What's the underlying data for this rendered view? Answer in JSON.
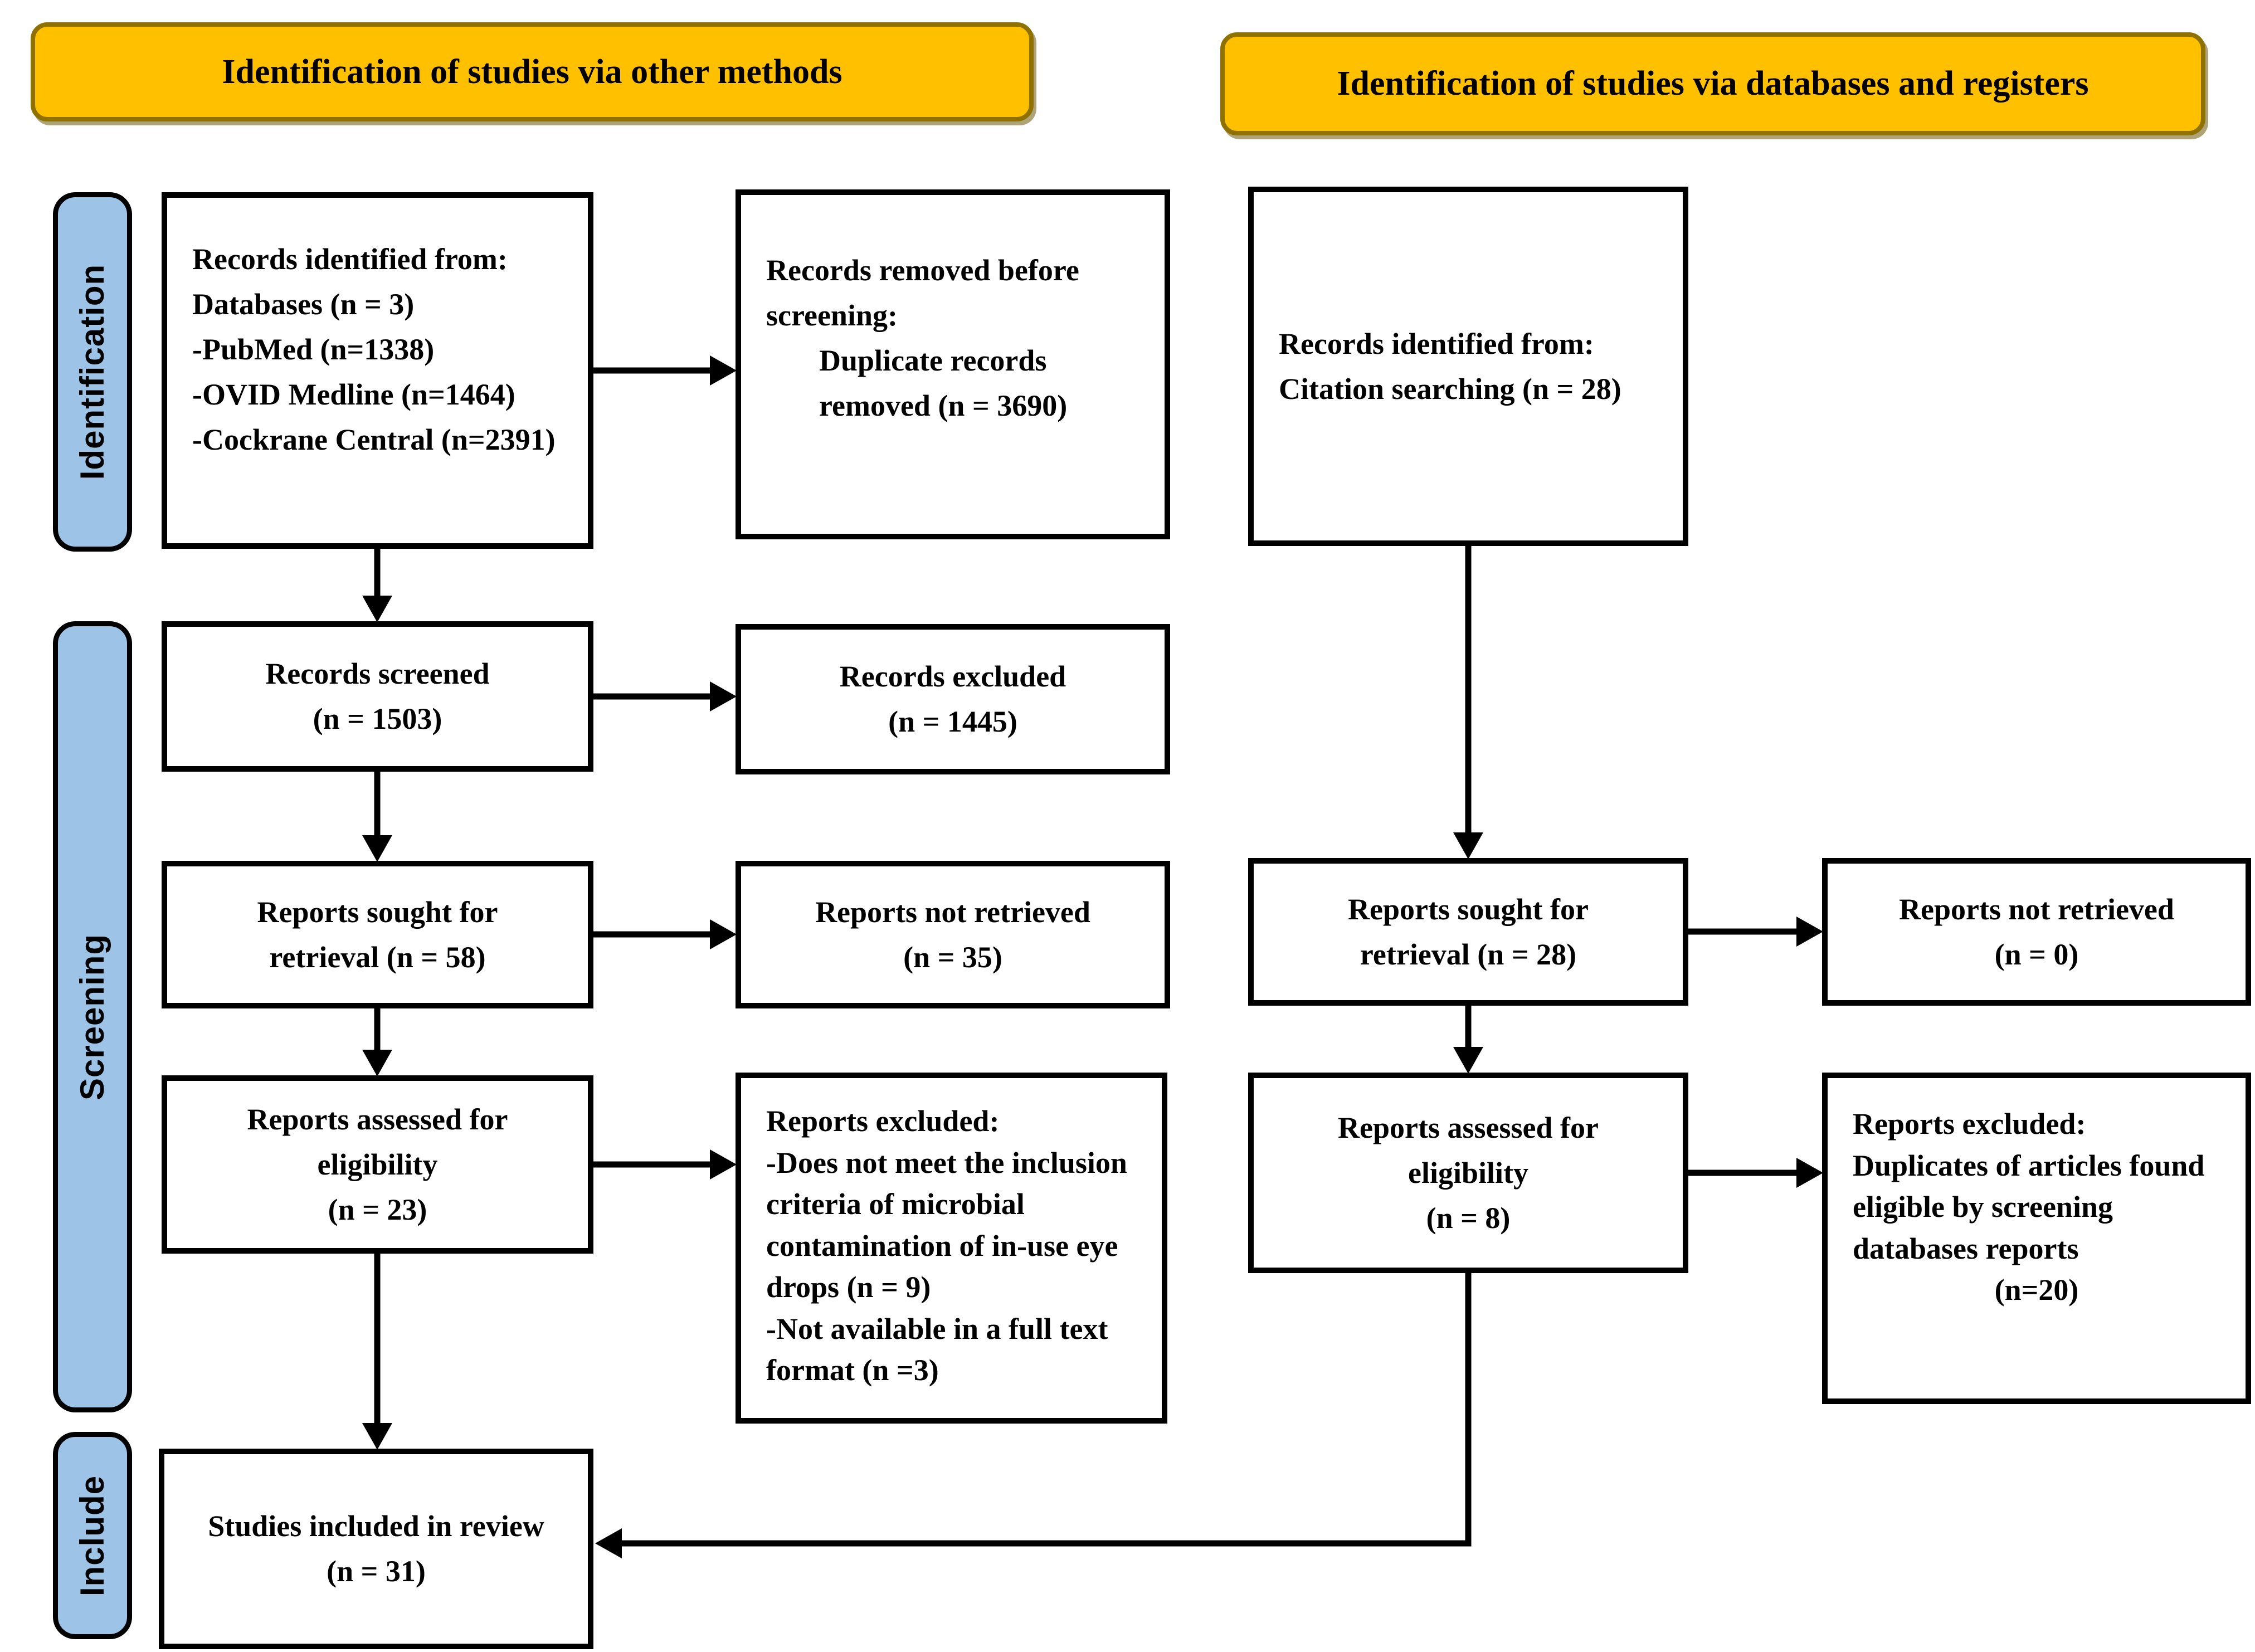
{
  "headers": {
    "other_methods": "Identification of studies via other methods",
    "databases_registers": "Identification of studies via databases and registers"
  },
  "stage_labels": {
    "identification": "Identification",
    "screening": "Screening",
    "include": "Include"
  },
  "colors": {
    "header_fill": "#FFC000",
    "header_border": "#8F7100",
    "stage_fill": "#9DC3E6",
    "box_border": "#000000"
  },
  "boxes": {
    "records_identified": {
      "lines": [
        "Records identified from:",
        "Databases (n = 3)",
        "-PubMed (n=1338)",
        "-OVID Medline (n=1464)",
        "-Cockrane Central (n=2391)"
      ]
    },
    "records_removed": {
      "line1": "Records removed before screening:",
      "line2": "Duplicate records removed (n = 3690)"
    },
    "citation_records": {
      "line1": "Records identified from:",
      "line2": "Citation searching (n = 28)"
    },
    "records_screened": {
      "line1": "Records screened",
      "line2": "(n = 1503)"
    },
    "records_excluded": {
      "line1": "Records excluded",
      "line2": "(n = 1445)"
    },
    "reports_sought_db": {
      "line1": "Reports sought for",
      "line2": "retrieval (n = 58)"
    },
    "reports_not_retrieved_db": {
      "line1": "Reports not retrieved",
      "line2": "(n = 35)"
    },
    "reports_assessed_db": {
      "line1": "Reports assessed for",
      "line2": "eligibility",
      "line3": "(n = 23)"
    },
    "reports_excluded_db": {
      "title": "Reports excluded:",
      "reason1": "-Does not meet the inclusion criteria of microbial contamination of in-use eye drops (n = 9)",
      "reason2": "-Not available in a full text format (n =3)"
    },
    "reports_sought_cit": {
      "line1": "Reports sought for",
      "line2": "retrieval (n = 28)"
    },
    "reports_not_retrieved_cit": {
      "line1": "Reports not retrieved",
      "line2": "(n = 0)"
    },
    "reports_assessed_cit": {
      "line1": "Reports assessed for",
      "line2": "eligibility",
      "line3": "(n = 8)"
    },
    "reports_excluded_cit": {
      "title": "Reports excluded:",
      "reason1": "Duplicates of articles found eligible by screening databases reports",
      "count": "(n=20)"
    },
    "studies_included": {
      "line1": "Studies included in review",
      "line2": "(n = 31)"
    }
  }
}
